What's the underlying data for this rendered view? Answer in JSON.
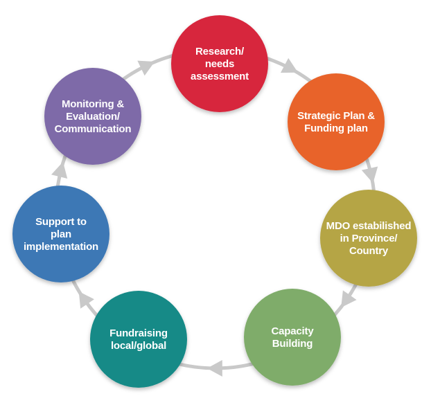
{
  "diagram": {
    "type": "cycle",
    "ring_color": "#c9c9c9",
    "steps": [
      {
        "lines": [
          "Research/",
          "needs",
          "assessment"
        ],
        "color": "#d7263d"
      },
      {
        "lines": [
          "Strategic Plan &",
          "Funding plan"
        ],
        "color": "#e8642a"
      },
      {
        "lines": [
          "MDO estabilished",
          "in Province/",
          "Country"
        ],
        "color": "#b5a545"
      },
      {
        "lines": [
          "Capacity",
          "Building"
        ],
        "color": "#7fac6a"
      },
      {
        "lines": [
          "Fundraising",
          "local/global"
        ],
        "color": "#138a87"
      },
      {
        "lines": [
          "Support to",
          "plan",
          "implementation"
        ],
        "color": "#3d78b5"
      },
      {
        "lines": [
          "Monitoring &",
          "Evaluation/",
          "Communication"
        ],
        "color": "#7e6aa8"
      }
    ]
  }
}
